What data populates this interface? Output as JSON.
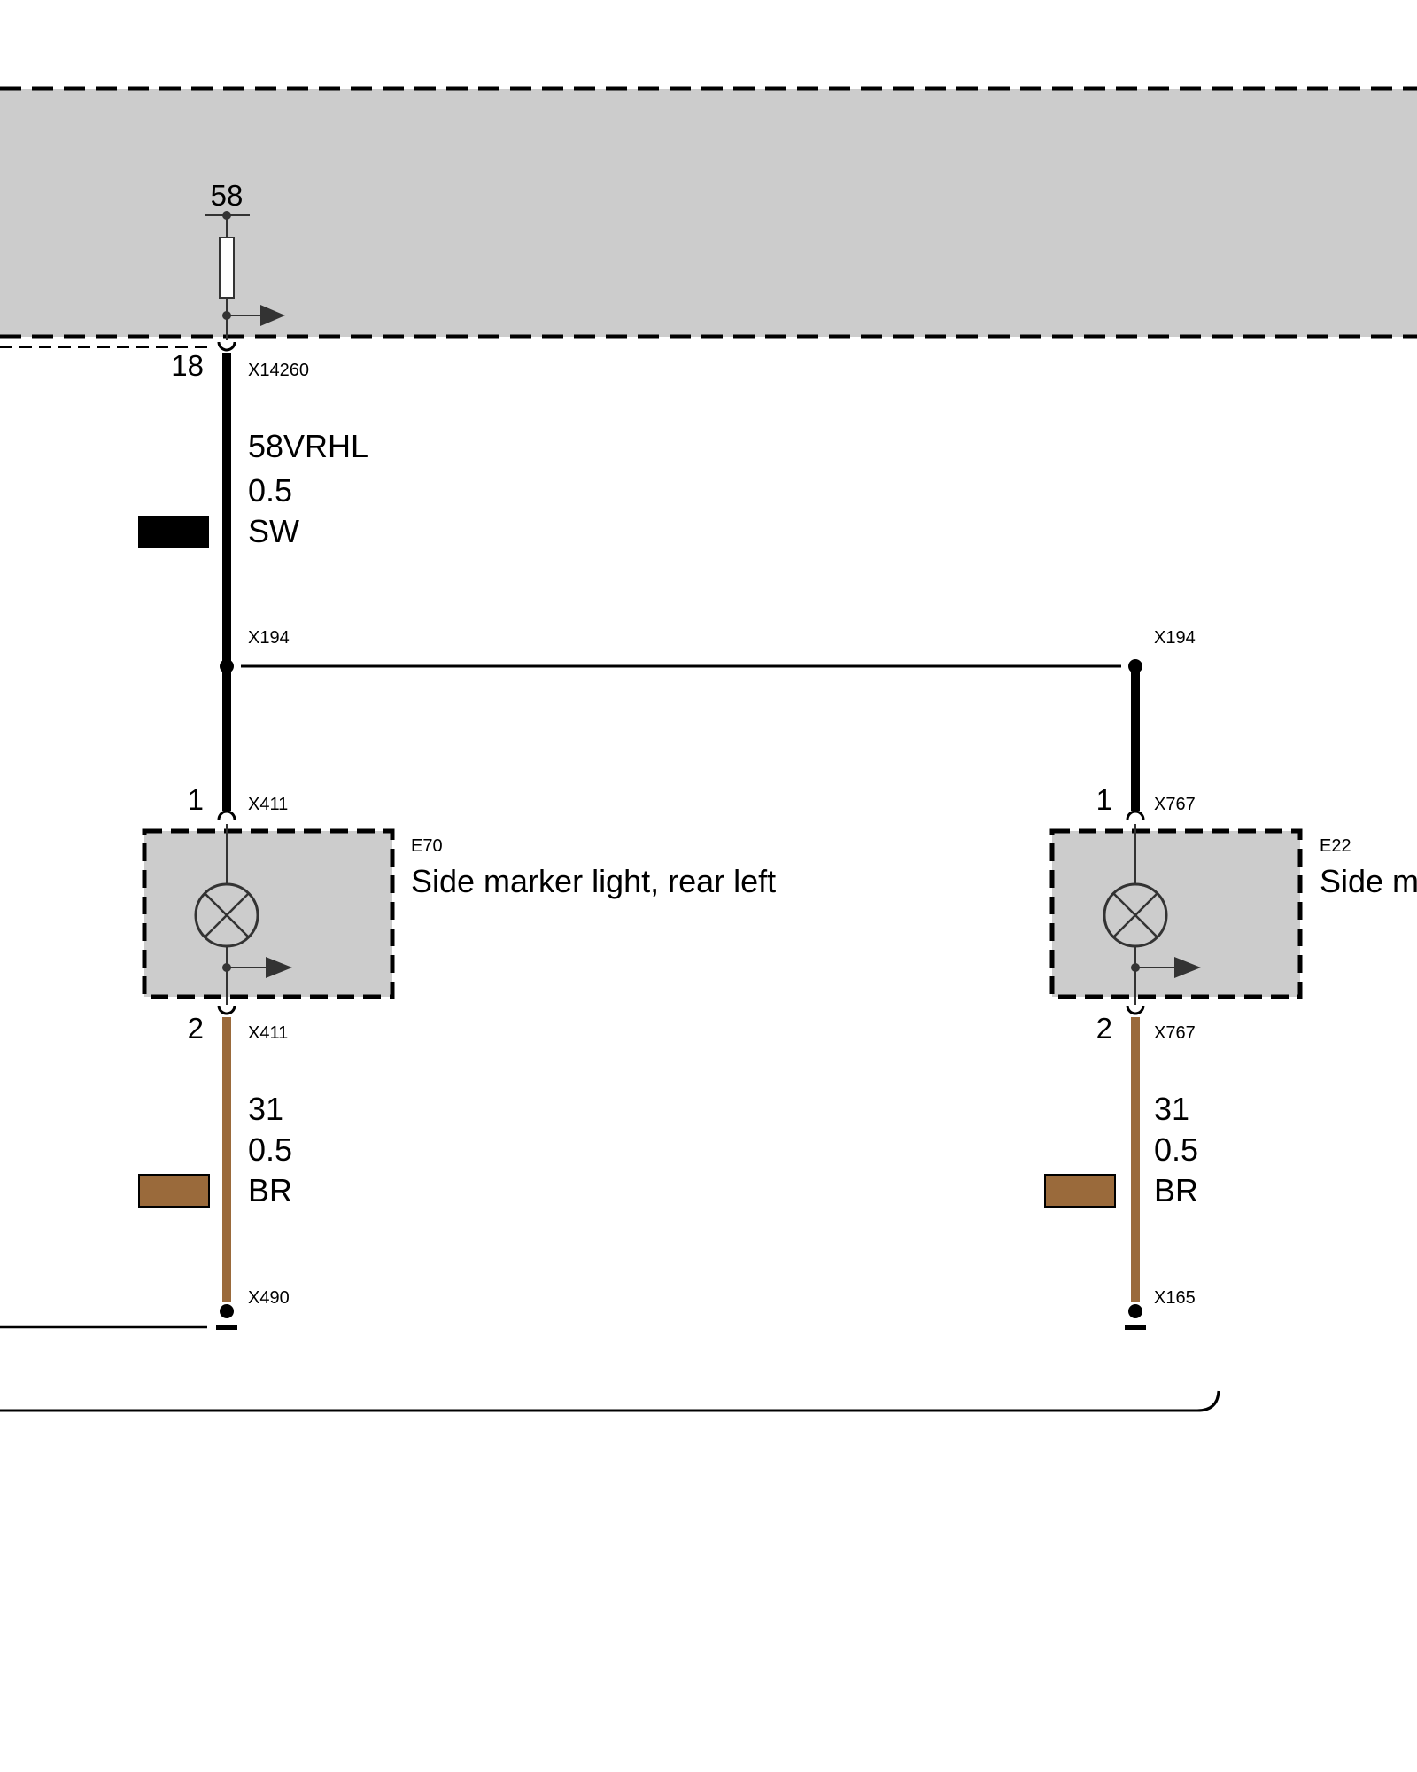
{
  "colors": {
    "module_fill": "#cccccc",
    "wire_black": "#000000",
    "wire_brown": "#9a6a3b",
    "symbol": "#333333"
  },
  "top_module": {
    "terminal": "58",
    "pin": "18",
    "connector": "X14260"
  },
  "supply_wire": {
    "signal": "58VRHL",
    "gauge": "0.5",
    "color_code": "SW"
  },
  "splice": {
    "left_label": "X194",
    "right_label": "X194"
  },
  "left_lamp": {
    "id": "E70",
    "name": "Side marker light, rear left",
    "pin_top": "1",
    "connector_top": "X411",
    "pin_bottom": "2",
    "connector_bottom": "X411",
    "icon": "lamp-icon"
  },
  "right_lamp": {
    "id": "E22",
    "name_visible": "Side m",
    "pin_top": "1",
    "connector_top": "X767",
    "pin_bottom": "2",
    "connector_bottom": "X767",
    "icon": "lamp-icon"
  },
  "left_ground_wire": {
    "signal": "31",
    "gauge": "0.5",
    "color_code": "BR",
    "ground_connector": "X490"
  },
  "right_ground_wire": {
    "signal": "31",
    "gauge": "0.5",
    "color_code": "BR",
    "ground_connector": "X165"
  }
}
